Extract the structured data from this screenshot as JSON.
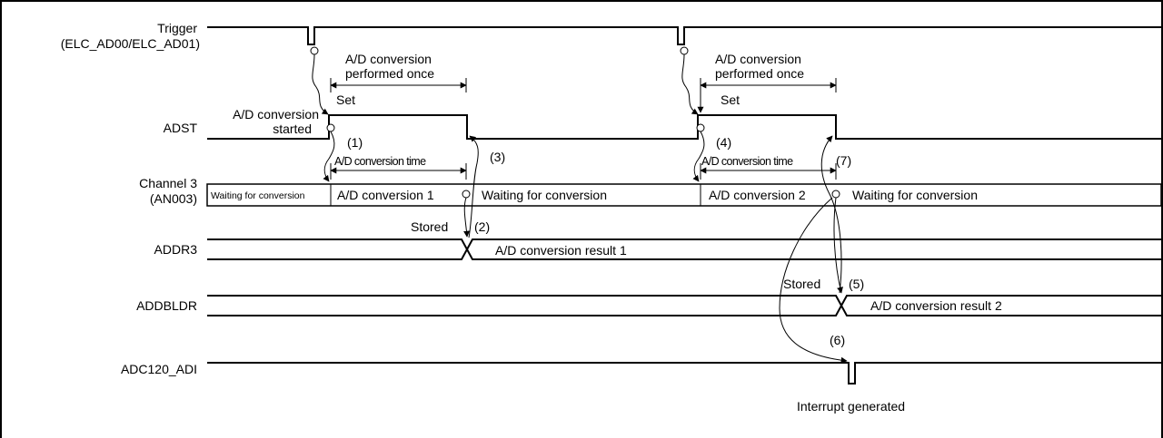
{
  "signals": {
    "trigger": "Trigger",
    "trigger_sub": "(ELC_AD00/ELC_AD01)",
    "adst": "ADST",
    "channel": "Channel 3",
    "channel_sub": "(AN003)",
    "addr3": "ADDR3",
    "addbldr": "ADDBLDR",
    "adi": "ADC120_ADI"
  },
  "annotations": {
    "performed_l1": "A/D conversion",
    "performed_l2": "performed once",
    "set": "Set",
    "started_l1": "A/D conversion",
    "started_l2": "started",
    "conv_time": "A/D conversion time",
    "stored": "Stored",
    "interrupt": "Interrupt generated",
    "step1": "(1)",
    "step2": "(2)",
    "step3": "(3)",
    "step4": "(4)",
    "step5": "(5)",
    "step6": "(6)",
    "step7": "(7)"
  },
  "channel_states": {
    "waiting_small": "Waiting for conversion",
    "conv1": "A/D conversion 1",
    "waiting1": "Waiting for conversion",
    "conv2": "A/D conversion 2",
    "waiting2": "Waiting for conversion"
  },
  "results": {
    "result1": "A/D conversion result 1",
    "result2": "A/D conversion result 2"
  }
}
